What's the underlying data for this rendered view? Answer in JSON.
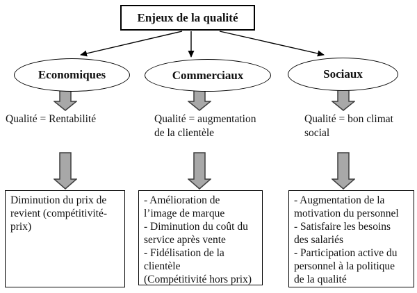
{
  "title": "Enjeux de la qualité",
  "colors": {
    "block_arrow_fill": "#a8a8a8",
    "block_arrow_stroke": "#3d3d3d",
    "line_color": "#000000",
    "border_color": "#000000"
  },
  "branches": [
    {
      "id": "economiques",
      "label": "Economiques",
      "equation": "Qualité = Rentabilité",
      "outcome": "Diminution du prix de\nrevient (compétitivité-\nprix)"
    },
    {
      "id": "commerciaux",
      "label": "Commerciaux",
      "equation": "Qualité = augmentation\nde la clientèle",
      "outcome": "- Amélioration de\nl’image de marque\n- Diminution du coût du\nservice après vente\n- Fidélisation de la\nclientèle\n(Compétitivité hors prix)"
    },
    {
      "id": "sociaux",
      "label": "Sociaux",
      "equation": "Qualité = bon climat\nsocial",
      "outcome": "- Augmentation de la\nmotivation du personnel\n- Satisfaire les besoins\ndes salariés\n- Participation active du\npersonnel à la politique\nde la qualité"
    }
  ]
}
